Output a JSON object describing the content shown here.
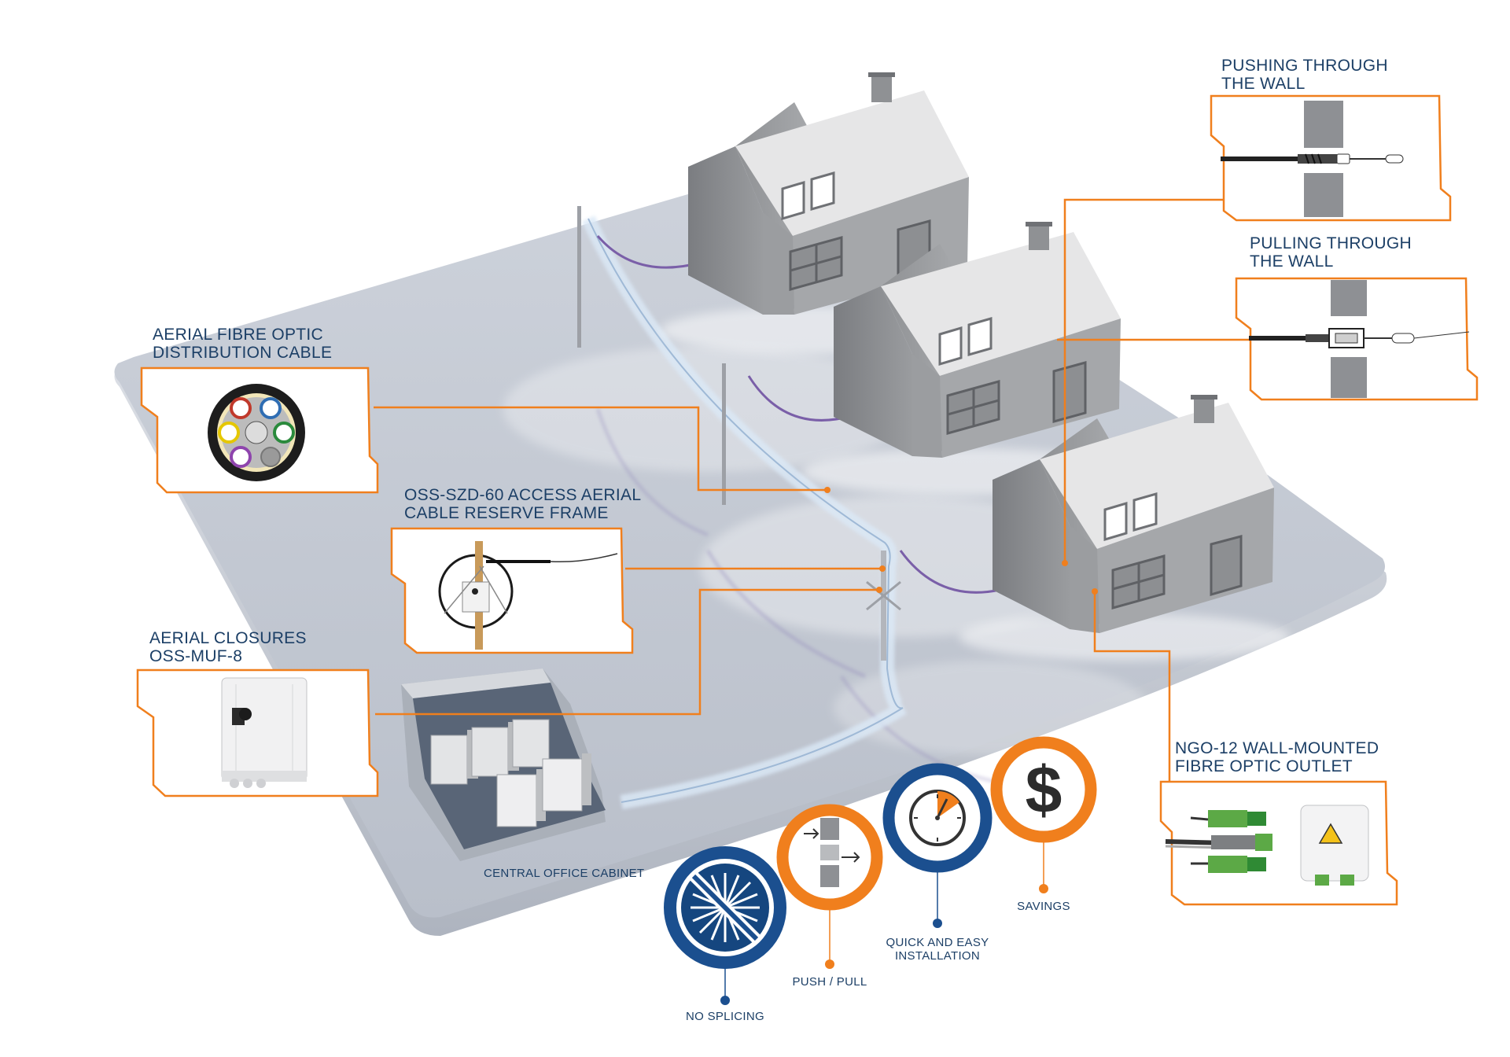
{
  "labels": {
    "aerial_cable": [
      "AERIAL FIBRE OPTIC",
      "DISTRIBUTION CABLE"
    ],
    "reserve_frame": [
      "OSS-SZD-60 ACCESS AERIAL",
      "CABLE RESERVE FRAME"
    ],
    "closures": [
      "AERIAL CLOSURES",
      "OSS-MUF-8"
    ],
    "cabinet": "CENTRAL OFFICE CABINET",
    "pushing": [
      "PUSHING THROUGH",
      "THE WALL"
    ],
    "pulling": [
      "PULLING THROUGH",
      "THE WALL"
    ],
    "outlet": [
      "NGO-12 WALL-MOUNTED",
      "FIBRE OPTIC OUTLET"
    ]
  },
  "features": [
    {
      "label": "NO SPLICING",
      "icon": "no-splicing-icon",
      "ring": "#1b4f8f"
    },
    {
      "label": "PUSH / PULL",
      "icon": "push-pull-icon",
      "ring": "#f07f1d"
    },
    {
      "label": [
        "QUICK AND EASY",
        "INSTALLATION"
      ],
      "icon": "clock-icon",
      "ring": "#1b4f8f"
    },
    {
      "label": "SAVINGS",
      "icon": "dollar-icon",
      "ring": "#f07f1d",
      "symbol": "$"
    }
  ],
  "colors": {
    "accent": "#f07f1d",
    "navy": "#1b4f8f",
    "label_text": "#1c3f66",
    "platform": "#c7ccd6",
    "house_wall": "#a9abae",
    "house_roof": "#e4e4e4",
    "drop_cable": "#7a5fa8",
    "fibre_glow": "#dbe9f7"
  }
}
